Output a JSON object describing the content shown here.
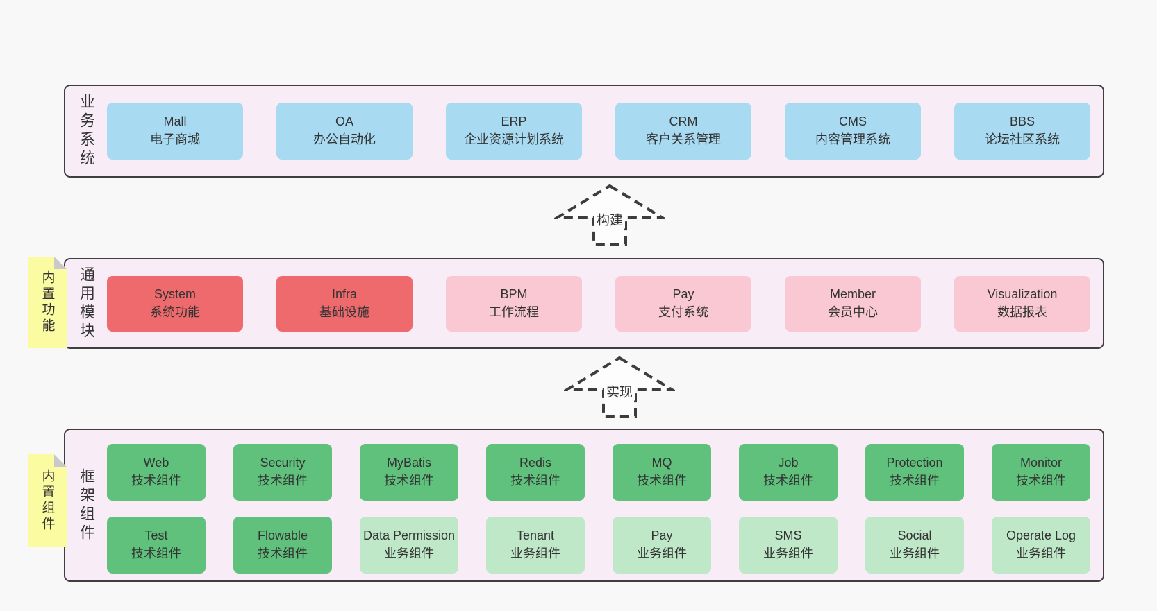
{
  "sections": {
    "business": {
      "label": "业务系统",
      "boxes": [
        {
          "title": "Mall",
          "subtitle": "电子商城"
        },
        {
          "title": "OA",
          "subtitle": "办公自动化"
        },
        {
          "title": "ERP",
          "subtitle": "企业资源计划系统"
        },
        {
          "title": "CRM",
          "subtitle": "客户关系管理"
        },
        {
          "title": "CMS",
          "subtitle": "内容管理系统"
        },
        {
          "title": "BBS",
          "subtitle": "论坛社区系统"
        }
      ]
    },
    "modules": {
      "label": "通用模块",
      "sticky": "内置功能",
      "boxes": [
        {
          "title": "System",
          "subtitle": "系统功能"
        },
        {
          "title": "Infra",
          "subtitle": "基础设施"
        },
        {
          "title": "BPM",
          "subtitle": "工作流程"
        },
        {
          "title": "Pay",
          "subtitle": "支付系统"
        },
        {
          "title": "Member",
          "subtitle": "会员中心"
        },
        {
          "title": "Visualization",
          "subtitle": "数据报表"
        }
      ]
    },
    "components": {
      "label": "框架组件",
      "sticky": "内置组件",
      "row1": [
        {
          "title": "Web",
          "subtitle": "技术组件"
        },
        {
          "title": "Security",
          "subtitle": "技术组件"
        },
        {
          "title": "MyBatis",
          "subtitle": "技术组件"
        },
        {
          "title": "Redis",
          "subtitle": "技术组件"
        },
        {
          "title": "MQ",
          "subtitle": "技术组件"
        },
        {
          "title": "Job",
          "subtitle": "技术组件"
        },
        {
          "title": "Protection",
          "subtitle": "技术组件"
        },
        {
          "title": "Monitor",
          "subtitle": "技术组件"
        }
      ],
      "row2": [
        {
          "title": "Test",
          "subtitle": "技术组件"
        },
        {
          "title": "Flowable",
          "subtitle": "技术组件"
        },
        {
          "title": "Data Permission",
          "subtitle": "业务组件"
        },
        {
          "title": "Tenant",
          "subtitle": "业务组件"
        },
        {
          "title": "Pay",
          "subtitle": "业务组件"
        },
        {
          "title": "SMS",
          "subtitle": "业务组件"
        },
        {
          "title": "Social",
          "subtitle": "业务组件"
        },
        {
          "title": "Operate Log",
          "subtitle": "业务组件"
        }
      ]
    }
  },
  "arrows": {
    "build": "构建",
    "implement": "实现"
  },
  "colors": {
    "page_bg": "#f8f8f8",
    "panel_bg": "#f8edf6",
    "panel_border": "#3f3f3f",
    "business_box": "#a8daf2",
    "module_box_strong": "#ee6a6d",
    "module_box_light": "#f9c8d2",
    "tech_component_box": "#5fc17c",
    "business_component_box": "#bfe8c8",
    "sticky_note": "#fbfba2",
    "sticky_fold": "#c9c9c9"
  }
}
